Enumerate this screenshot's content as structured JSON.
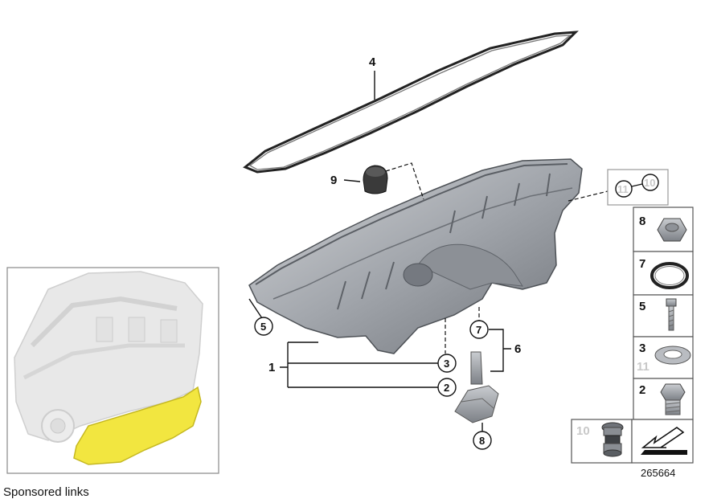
{
  "callouts": {
    "n1": "1",
    "n2": "2",
    "n3": "3",
    "n4": "4",
    "n5": "5",
    "n6": "6",
    "n7": "7",
    "n8": "8",
    "n9": "9",
    "n10": "10",
    "n11": "11"
  },
  "legend": [
    {
      "number": "8",
      "part": "nut-icon"
    },
    {
      "number": "7",
      "part": "o-ring-icon"
    },
    {
      "number": "5",
      "part": "bolt-icon"
    },
    {
      "number": "3",
      "number_secondary": "11",
      "part": "sealing-ring-icon"
    },
    {
      "number": "2",
      "part": "drain-plug-icon"
    },
    {
      "number": "10",
      "part": "plug-icon"
    }
  ],
  "diagram_code": "265664",
  "footer": {
    "sponsored_text": "Sponsored links"
  },
  "colors": {
    "highlight": "#f2e640",
    "part_metal": "#a9adb3",
    "line": "#111111"
  }
}
